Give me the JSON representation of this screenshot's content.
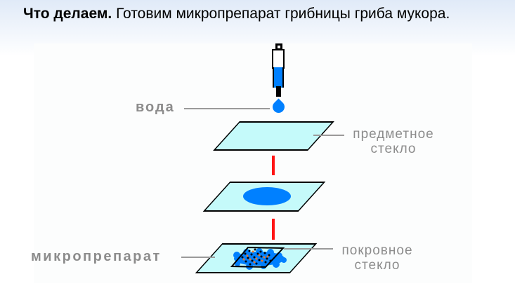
{
  "title": {
    "lead": "Что делаем.",
    "rest": "Готовим микропрепарат грибницы гриба мукора."
  },
  "labels": {
    "water": "вода",
    "micropreparation": "микропрепарат",
    "slide_glass_line1": "предметное",
    "slide_glass_line2": "стекло",
    "cover_glass_line1": "покровное",
    "cover_glass_line2": "стекло"
  },
  "colors": {
    "drop_blue": "#0080FF",
    "glass_fill": "#C5FAFA",
    "glass_outline": "#000000",
    "connector_red": "#FF1414",
    "label_gray": "#8C8C8C",
    "leader_line_gray": "#9A9A9A",
    "specimen_orange": "#E8772A",
    "header_gradient_top": "#E0EAF8"
  }
}
